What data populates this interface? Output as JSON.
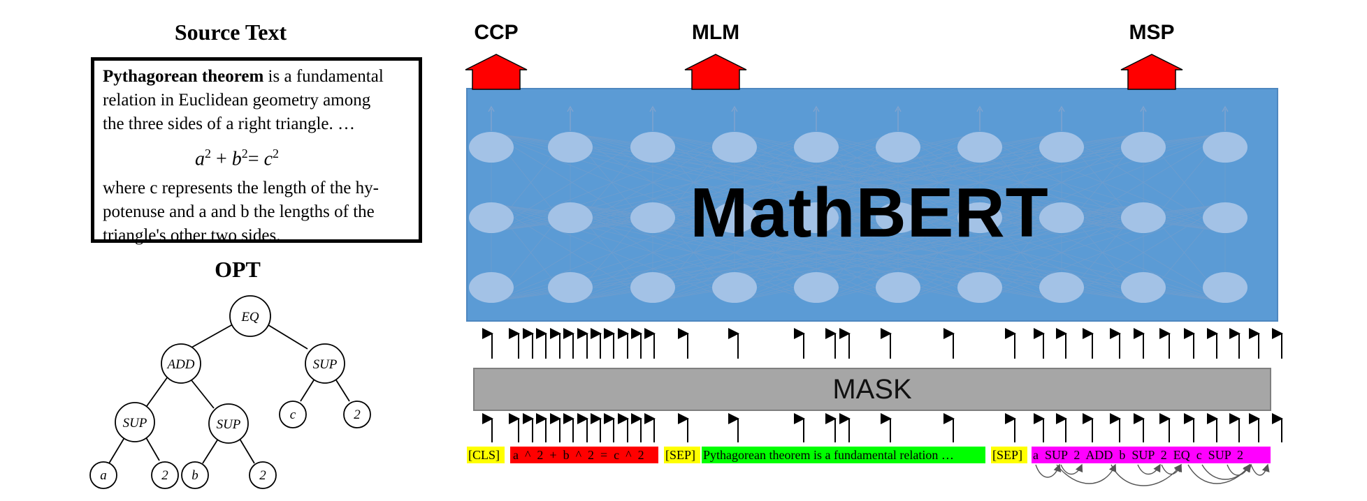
{
  "source": {
    "title": "Source Text",
    "text_bold": "Pythagorean theorem",
    "text_p1_rest": " is a fundamental",
    "text_p1_line2": "relation in Euclidean geometry among",
    "text_p1_line3": "the three sides of a right triangle. …",
    "equation": {
      "a": "a",
      "b": "b",
      "c": "c",
      "exp": "2",
      "plus": " + ",
      "eq": "= "
    },
    "text_p2_line1": "where c represents the length of the hy-",
    "text_p2_line2": "potenuse and a and b the lengths of the",
    "text_p2_line3": "triangle's other two sides."
  },
  "opt": {
    "title": "OPT",
    "nodes": {
      "root": "EQ",
      "add": "ADD",
      "sup_right": "SUP",
      "c": "c",
      "two_right": "2",
      "sup_left": "SUP",
      "sup_mid": "SUP",
      "a": "a",
      "two_a": "2",
      "b": "b",
      "two_b": "2"
    }
  },
  "tasks": {
    "ccp": "CCP",
    "mlm": "MLM",
    "msp": "MSP"
  },
  "model": {
    "name": "MathBERT",
    "mask": "MASK"
  },
  "tokens": {
    "cls": "[CLS]",
    "formula": "a  ^  2  +  b  ^  2  =  c  ^  2",
    "sep1": "[SEP]",
    "text": "Pythagorean theorem is a fundamental relation …",
    "sep2": "[SEP]",
    "opt": "a  SUP  2  ADD  b  SUP  2  EQ  c  SUP  2"
  },
  "colors": {
    "bert_fill": "#5b9bd5",
    "bert_border": "#4e87bf",
    "neuron": "#a3c2e6",
    "mask_fill": "#a6a6a6",
    "task_arrow": "#ff0000",
    "cls_sep": "#ffff00",
    "formula": "#ff0000",
    "text": "#00ff00",
    "opt": "#ff00ff"
  }
}
